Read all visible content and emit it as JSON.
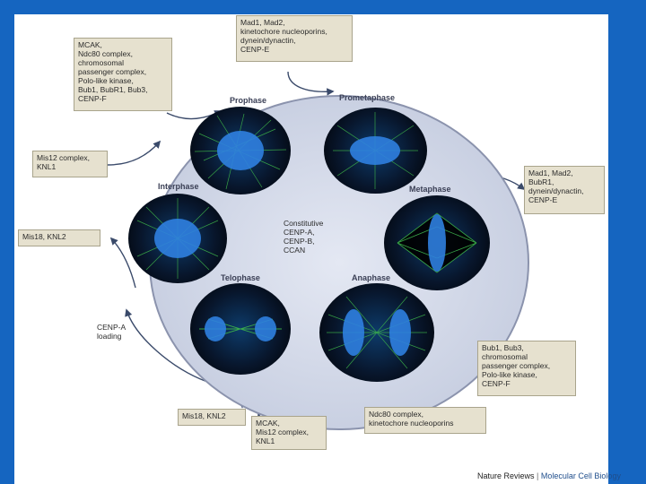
{
  "phases": {
    "prophase": "Prophase",
    "prometaphase": "Prometaphase",
    "metaphase": "Metaphase",
    "anaphase": "Anaphase",
    "telophase": "Telophase",
    "interphase": "Interphase"
  },
  "center": "Constitutive\nCENP-A,\nCENP-B,\nCCAN",
  "boxes": {
    "top_left": "MCAK,\nNdc80 complex,\nchromosomal\npassenger complex,\nPolo-like kinase,\nBub1, BubR1, Bub3,\nCENP-F",
    "top_center": "Mad1, Mad2,\nkinetochore nucleoporins,\ndynein/dynactin,\nCENP-E",
    "left_mis12": "Mis12 complex,\nKNL1",
    "left_mis18": "Mis18, KNL2",
    "right_metaphase": "Mad1, Mad2,\nBubR1,\ndynein/dynactin,\nCENP-E",
    "right_anaphase": "Bub1, Bub3,\nchromosomal\npassenger complex,\nPolo-like kinase,\nCENP-F",
    "bottom_ndc80": "Ndc80 complex,\nkinetochore nucleoporins",
    "bottom_mcak": "MCAK,\nMis12 complex,\nKNL1",
    "bottom_mis18": "Mis18, KNL2"
  },
  "cenpa_loading": "CENP-A\nloading",
  "credit": {
    "journal_prefix": "Nature Reviews",
    "separator": "|",
    "journal": "Molecular Cell Biology"
  }
}
